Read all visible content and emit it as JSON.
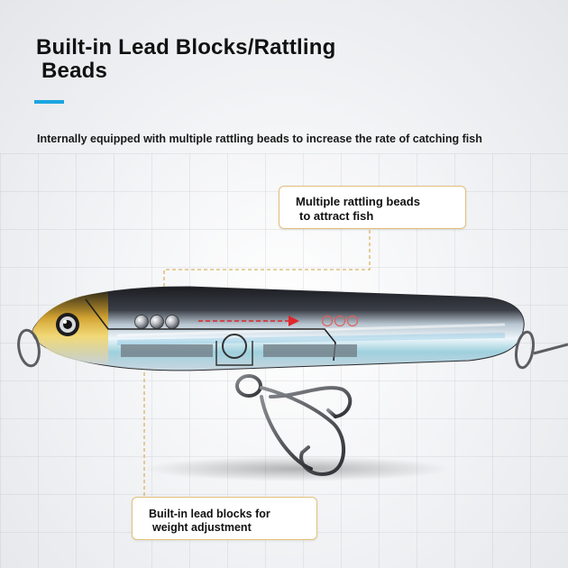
{
  "title": {
    "line1": "Built-in Lead Blocks/Rattling",
    "line2": "Beads"
  },
  "subtitle": "Internally equipped with multiple rattling beads to increase the rate of catching fish",
  "callouts": {
    "beads": {
      "line1": "Multiple rattling beads",
      "line2": "to attract fish"
    },
    "lead": {
      "line1": "Built-in lead blocks for",
      "line2": "weight adjustment"
    }
  },
  "colors": {
    "accent": "#1aa5e0",
    "callout_border": "#e3c07a",
    "arrow": "#e0262a"
  }
}
